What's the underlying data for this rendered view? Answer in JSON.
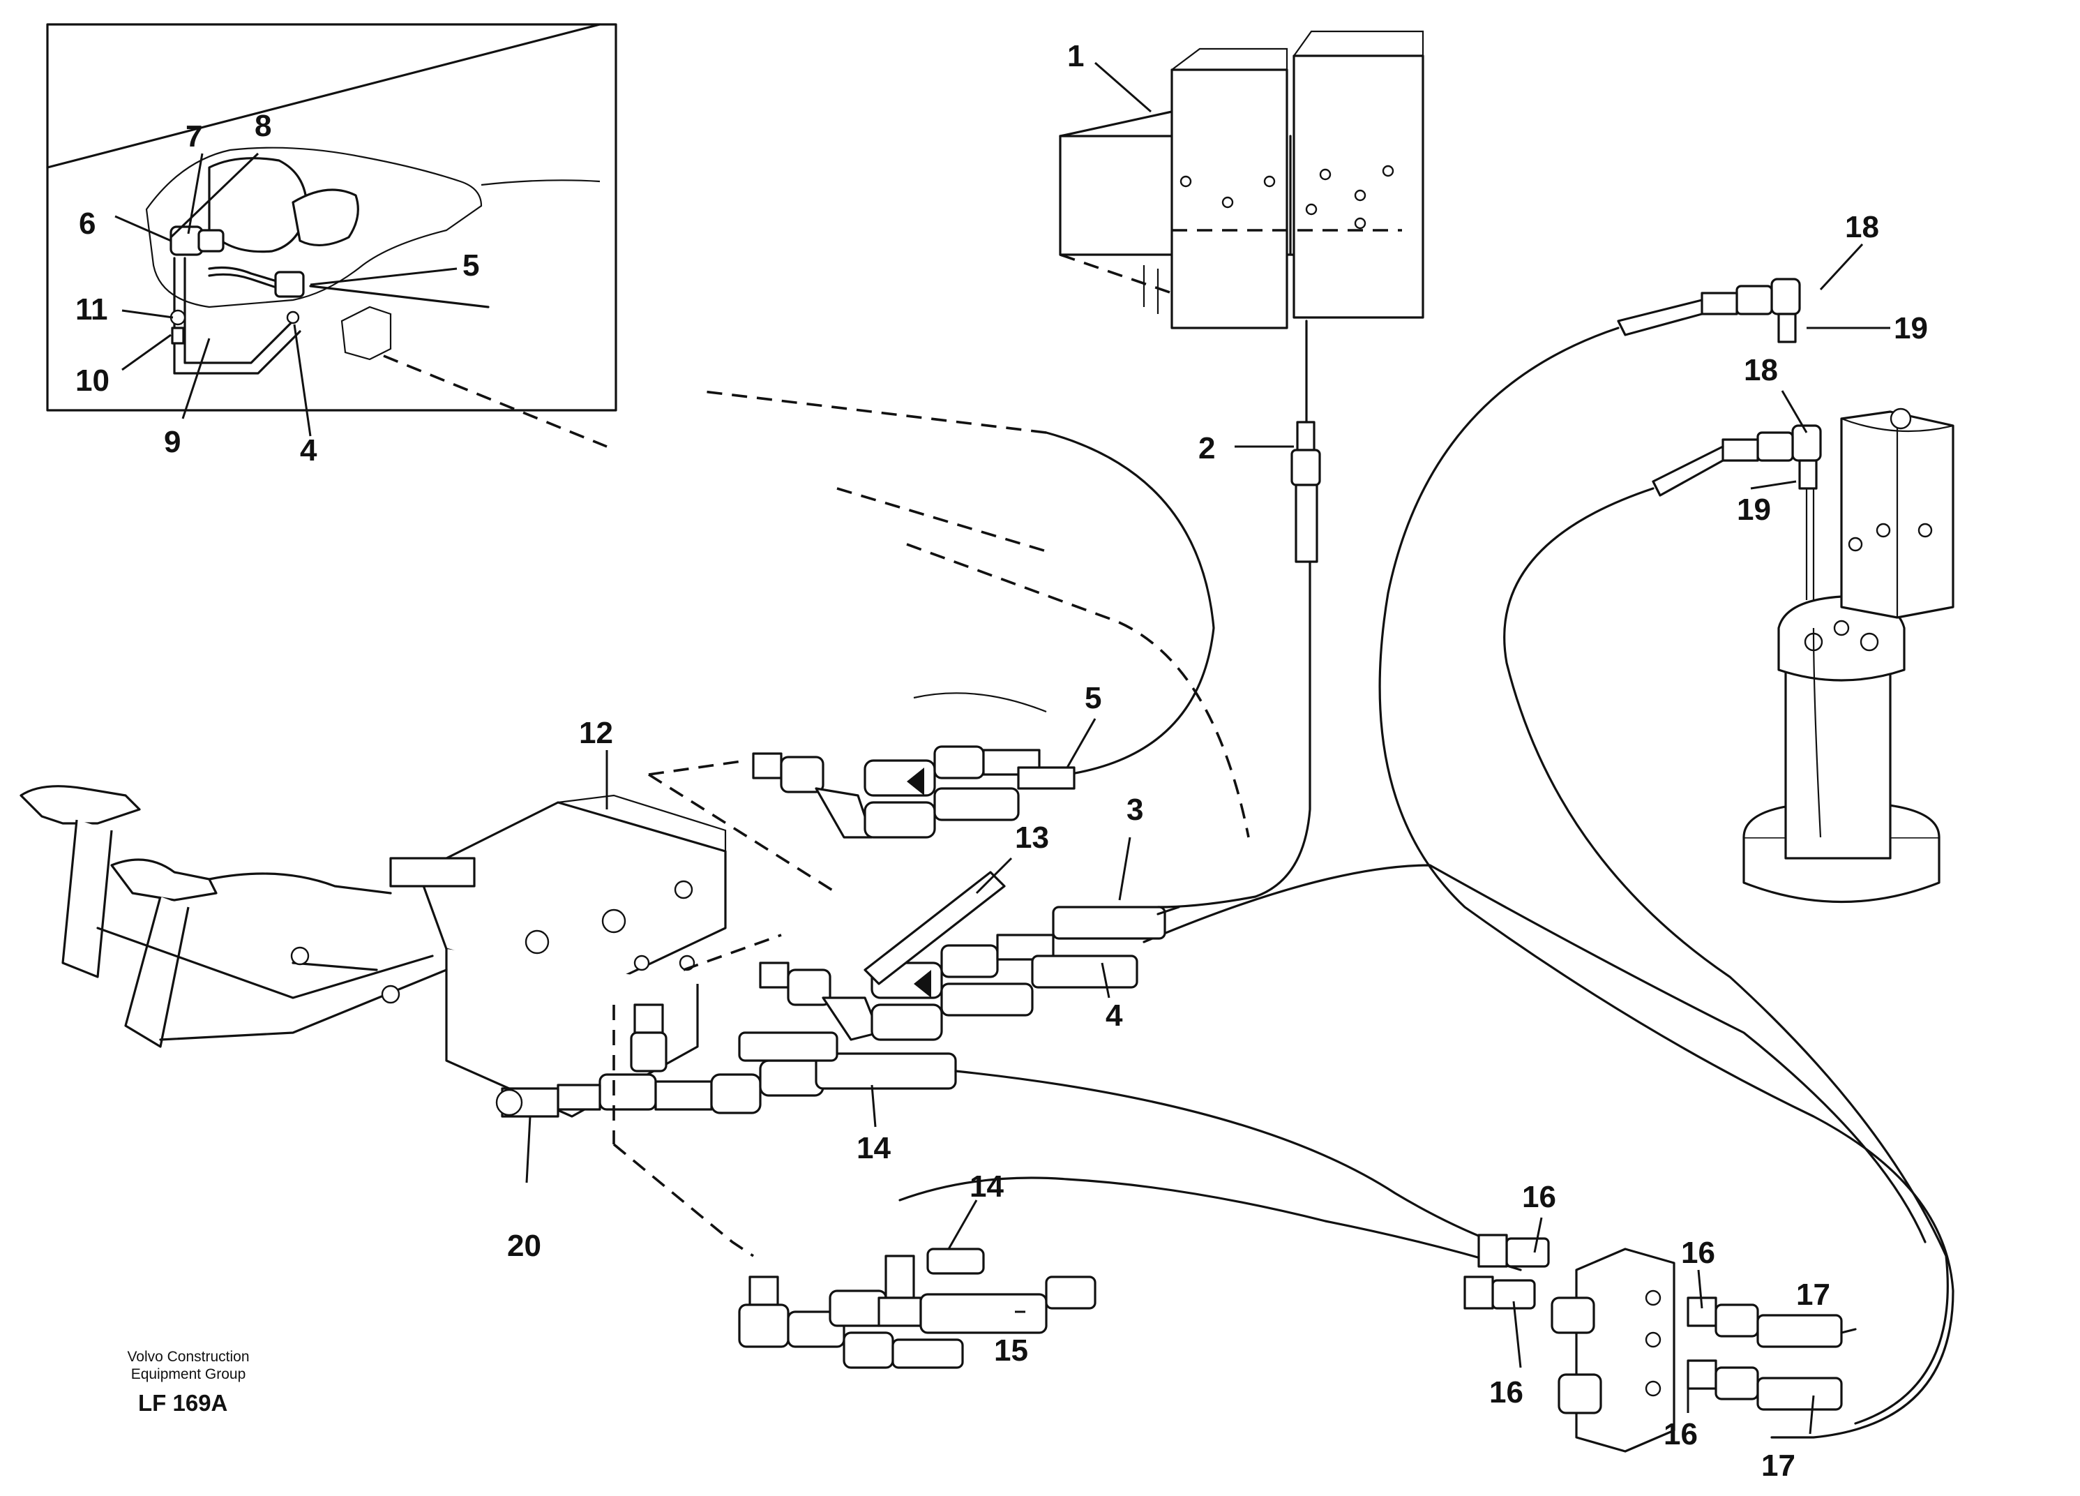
{
  "part_labels": [
    "1",
    "2",
    "3",
    "4",
    "5",
    "6",
    "7",
    "8",
    "9",
    "10",
    "11",
    "12",
    "13",
    "14",
    "15",
    "16",
    "17",
    "18",
    "19",
    "20"
  ],
  "inset_labels": [
    "7",
    "8",
    "6",
    "5",
    "11",
    "10",
    "9",
    "4"
  ],
  "credit": {
    "line1": "Volvo Construction",
    "line2": "Equipment Group"
  },
  "drawing_code": "LF 169A"
}
